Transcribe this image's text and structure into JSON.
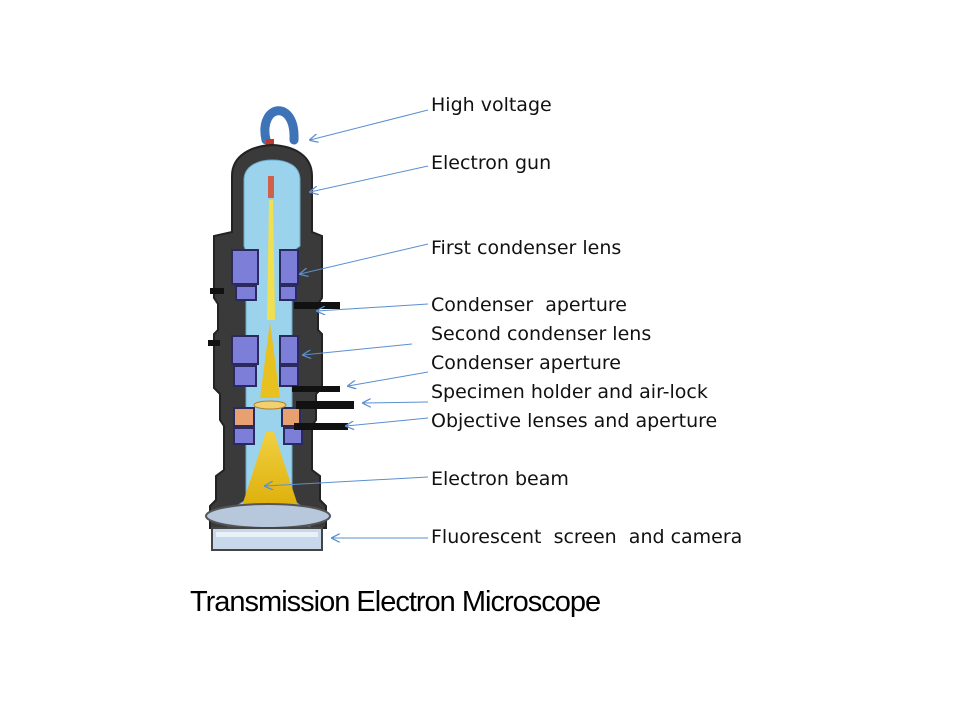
{
  "diagram": {
    "caption": "Transmission Electron Microscope",
    "labels": [
      {
        "id": "high-voltage",
        "text": "High voltage"
      },
      {
        "id": "electron-gun",
        "text": "Electron gun"
      },
      {
        "id": "first-condenser-lens",
        "text": "First condenser lens"
      },
      {
        "id": "condenser-aperture-1",
        "text": "Condenser  aperture"
      },
      {
        "id": "second-condenser-lens",
        "text": "Second condenser lens"
      },
      {
        "id": "condenser-aperture-2",
        "text": "Condenser aperture"
      },
      {
        "id": "specimen-holder",
        "text": "Specimen holder and air-lock"
      },
      {
        "id": "objective-lenses",
        "text": "Objective lenses and aperture"
      },
      {
        "id": "electron-beam",
        "text": "Electron beam"
      },
      {
        "id": "fluorescent-screen",
        "text": "Fluorescent  screen  and camera"
      }
    ],
    "colors": {
      "body": "#3a3a3a",
      "column": "#9cd3ec",
      "lens": "#7c7ed8",
      "beam": "#e8c020",
      "cable": "#3f73b8",
      "arrow": "#5b8fd0"
    }
  }
}
